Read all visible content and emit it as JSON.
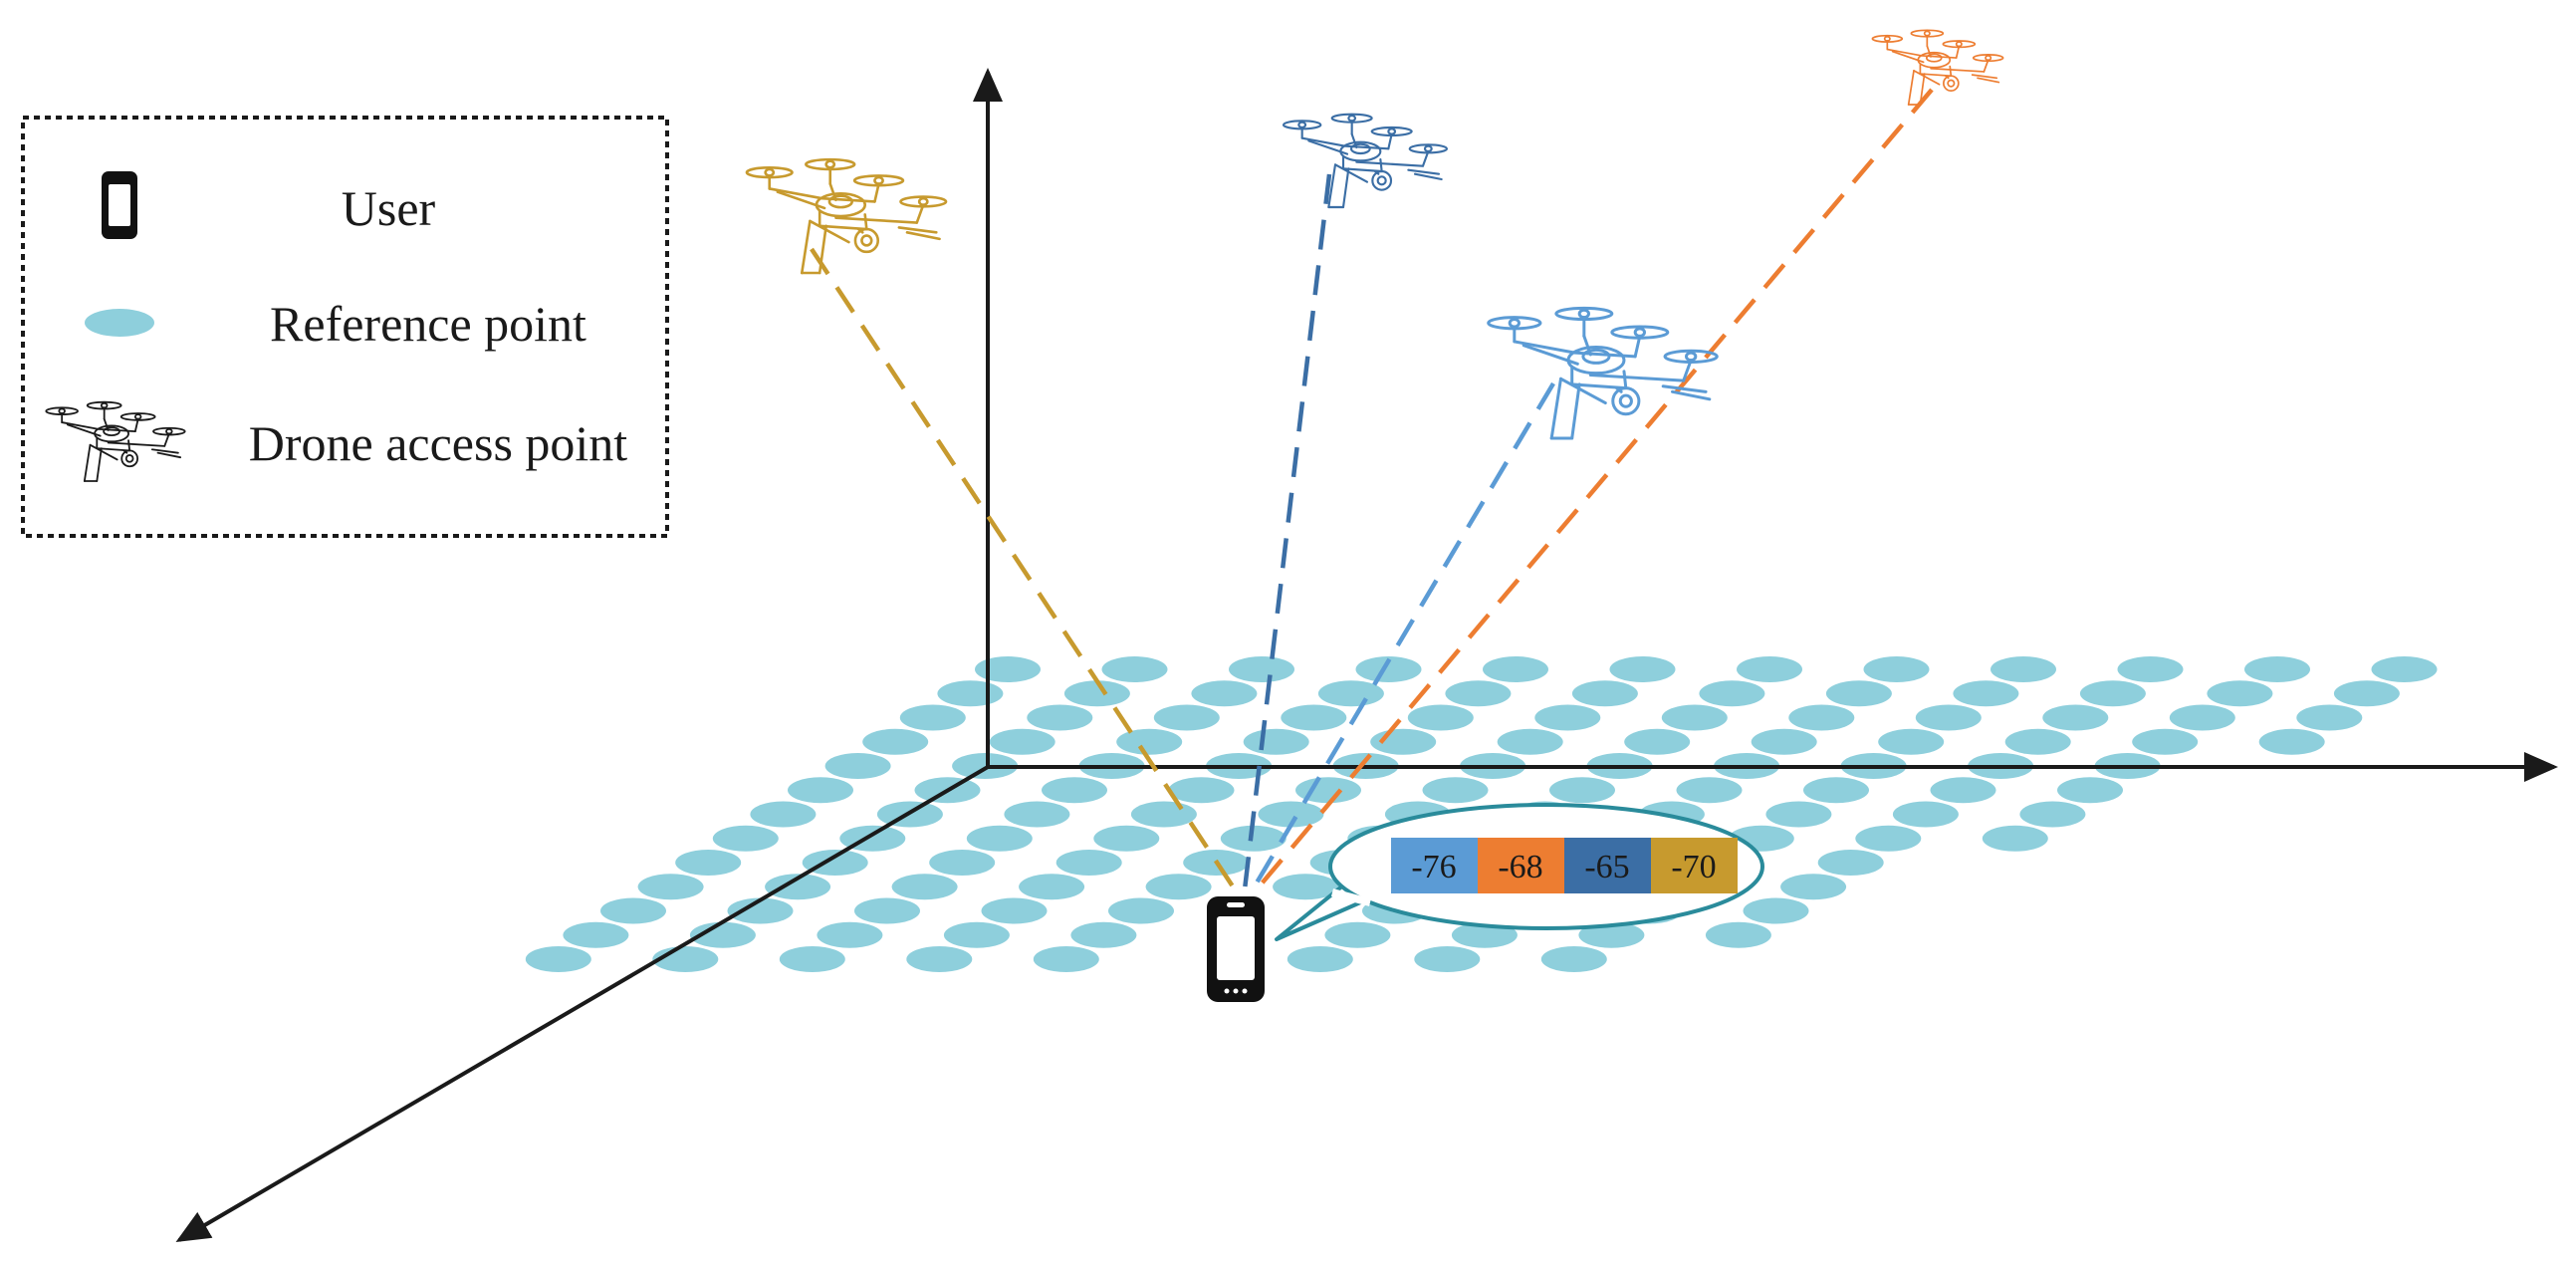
{
  "legend": {
    "items": [
      {
        "label": "User",
        "icon": "phone-icon"
      },
      {
        "label": "Reference point",
        "icon": "reference-point-icon"
      },
      {
        "label": "Drone access point",
        "icon": "drone-icon"
      }
    ]
  },
  "colors": {
    "reference_point": "#8ecfdc",
    "axis": "#1a1a1a",
    "drone_gold": "#c79a2e",
    "drone_steel_blue": "#3b6ea5",
    "drone_light_blue": "#5b9bd5",
    "drone_orange": "#ed7d31",
    "bubble_stroke": "#2a8b9b"
  },
  "rssi": {
    "values": [
      {
        "text": "-76",
        "color": "#5b9bd5"
      },
      {
        "text": "-68",
        "color": "#ed7d31"
      },
      {
        "text": "-65",
        "color": "#3b6ea5"
      },
      {
        "text": "-70",
        "color": "#c79a2e"
      }
    ]
  }
}
